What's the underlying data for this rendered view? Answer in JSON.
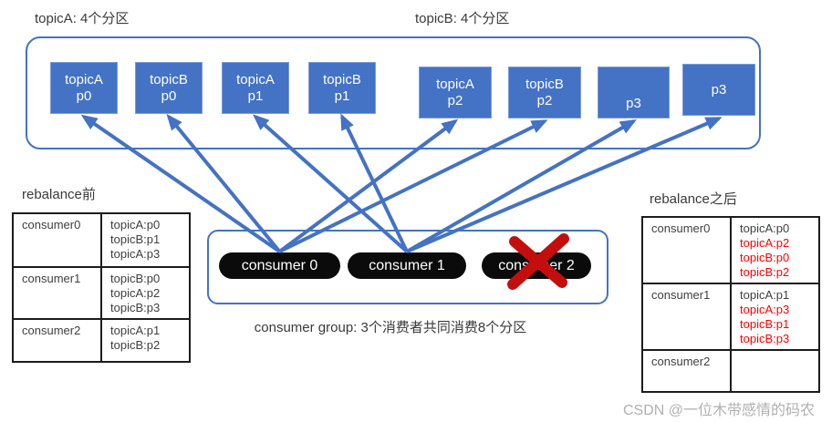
{
  "topic_labels": {
    "topicA": "topicA: 4个分区",
    "topicB": "topicB: 4个分区"
  },
  "partitions": [
    {
      "id": "topicA-p0",
      "lines": [
        "topicA",
        "p0"
      ]
    },
    {
      "id": "topicB-p0",
      "lines": [
        "topicB",
        "p0"
      ]
    },
    {
      "id": "topicA-p1",
      "lines": [
        "topicA",
        "p1"
      ]
    },
    {
      "id": "topicB-p1",
      "lines": [
        "topicB",
        "p1"
      ]
    },
    {
      "id": "topicA-p2",
      "lines": [
        "topicA",
        "p2"
      ]
    },
    {
      "id": "topicB-p2",
      "lines": [
        "topicB",
        "p2"
      ]
    },
    {
      "id": "topicA-p3",
      "lines": [
        "p3"
      ]
    },
    {
      "id": "topicB-p3",
      "lines": [
        "p3"
      ]
    }
  ],
  "consumer_group": {
    "caption": "consumer group: 3个消费者共同消费8个分区",
    "consumers": [
      {
        "label": "consumer 0",
        "crossed_out": false
      },
      {
        "label": "consumer 1",
        "crossed_out": false
      },
      {
        "label": "consumer 2",
        "crossed_out": true
      }
    ]
  },
  "arrows": [
    {
      "consumer": 0,
      "partition": 0
    },
    {
      "consumer": 0,
      "partition": 1
    },
    {
      "consumer": 0,
      "partition": 4
    },
    {
      "consumer": 0,
      "partition": 5
    },
    {
      "consumer": 1,
      "partition": 2
    },
    {
      "consumer": 1,
      "partition": 3
    },
    {
      "consumer": 1,
      "partition": 6
    },
    {
      "consumer": 1,
      "partition": 7
    }
  ],
  "tables": {
    "before": {
      "title": "rebalance前",
      "rows": [
        {
          "consumer": "consumer0",
          "partitions": [
            {
              "text": "topicA:p0",
              "changed": false
            },
            {
              "text": "topicB:p1",
              "changed": false
            },
            {
              "text": "topicA:p3",
              "changed": false
            }
          ]
        },
        {
          "consumer": "consumer1",
          "partitions": [
            {
              "text": "topicB:p0",
              "changed": false
            },
            {
              "text": "topicA:p2",
              "changed": false
            },
            {
              "text": "topicB:p3",
              "changed": false
            }
          ]
        },
        {
          "consumer": "consumer2",
          "partitions": [
            {
              "text": "topicA:p1",
              "changed": false
            },
            {
              "text": "topicB:p2",
              "changed": false
            }
          ]
        }
      ]
    },
    "after": {
      "title": "rebalance之后",
      "rows": [
        {
          "consumer": "consumer0",
          "partitions": [
            {
              "text": "topicA:p0",
              "changed": false
            },
            {
              "text": "topicA:p2",
              "changed": true
            },
            {
              "text": "topicB:p0",
              "changed": true
            },
            {
              "text": "topicB:p2",
              "changed": true
            }
          ]
        },
        {
          "consumer": "consumer1",
          "partitions": [
            {
              "text": "topicA:p1",
              "changed": false
            },
            {
              "text": "topicA:p3",
              "changed": true
            },
            {
              "text": "topicB:p1",
              "changed": true
            },
            {
              "text": "topicB:p3",
              "changed": true
            }
          ]
        },
        {
          "consumer": "consumer2",
          "partitions": []
        }
      ]
    }
  },
  "watermark": "CSDN @一位木带感情的码农",
  "colors": {
    "accent_blue": "#4472C4",
    "changed_red": "#FF0000",
    "cross_red": "#C40E0E",
    "pill_black": "#0B0B0B",
    "watermark_gray": "#B0B0B0"
  }
}
